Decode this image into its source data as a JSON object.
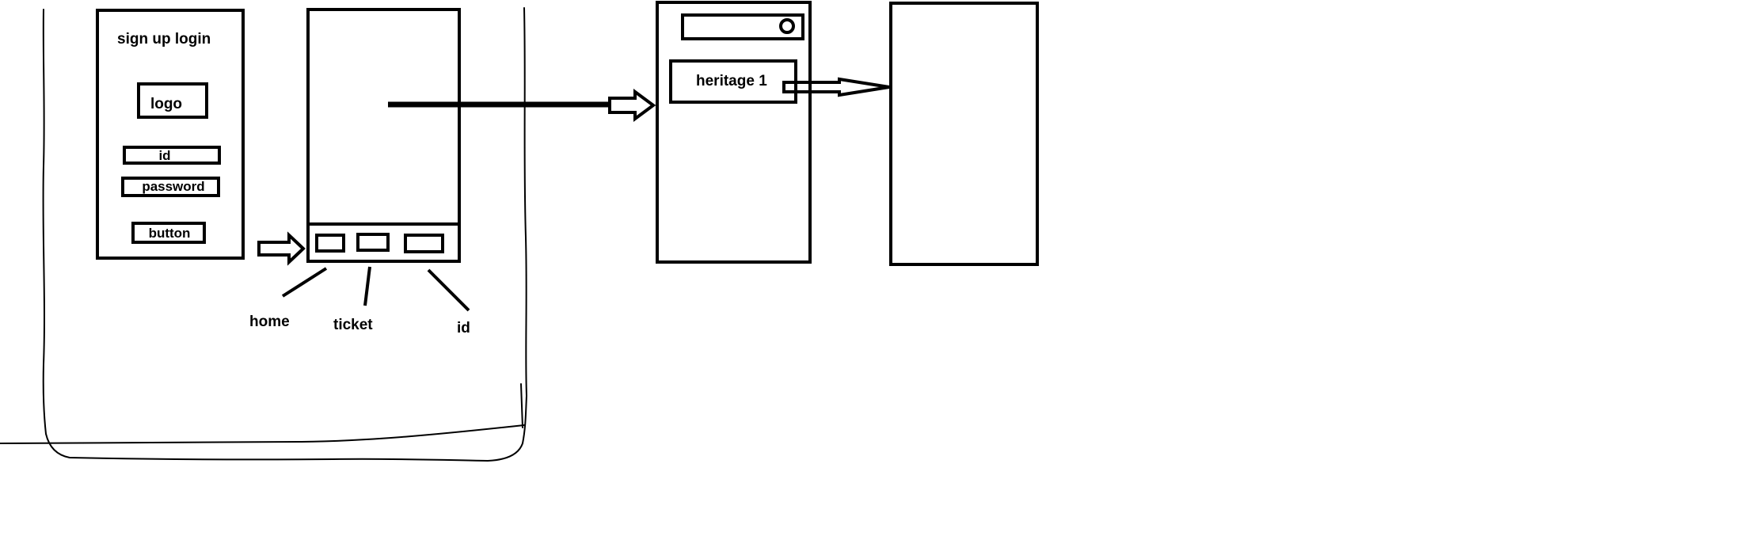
{
  "screen1": {
    "title": "sign up login",
    "logo_label": "logo",
    "id_field_label": "id",
    "password_field_label": "password",
    "button_label": "button"
  },
  "nav_labels": {
    "home": "home",
    "ticket": "ticket",
    "id": "id"
  },
  "screen3": {
    "list_item_label": "heritage 1"
  }
}
